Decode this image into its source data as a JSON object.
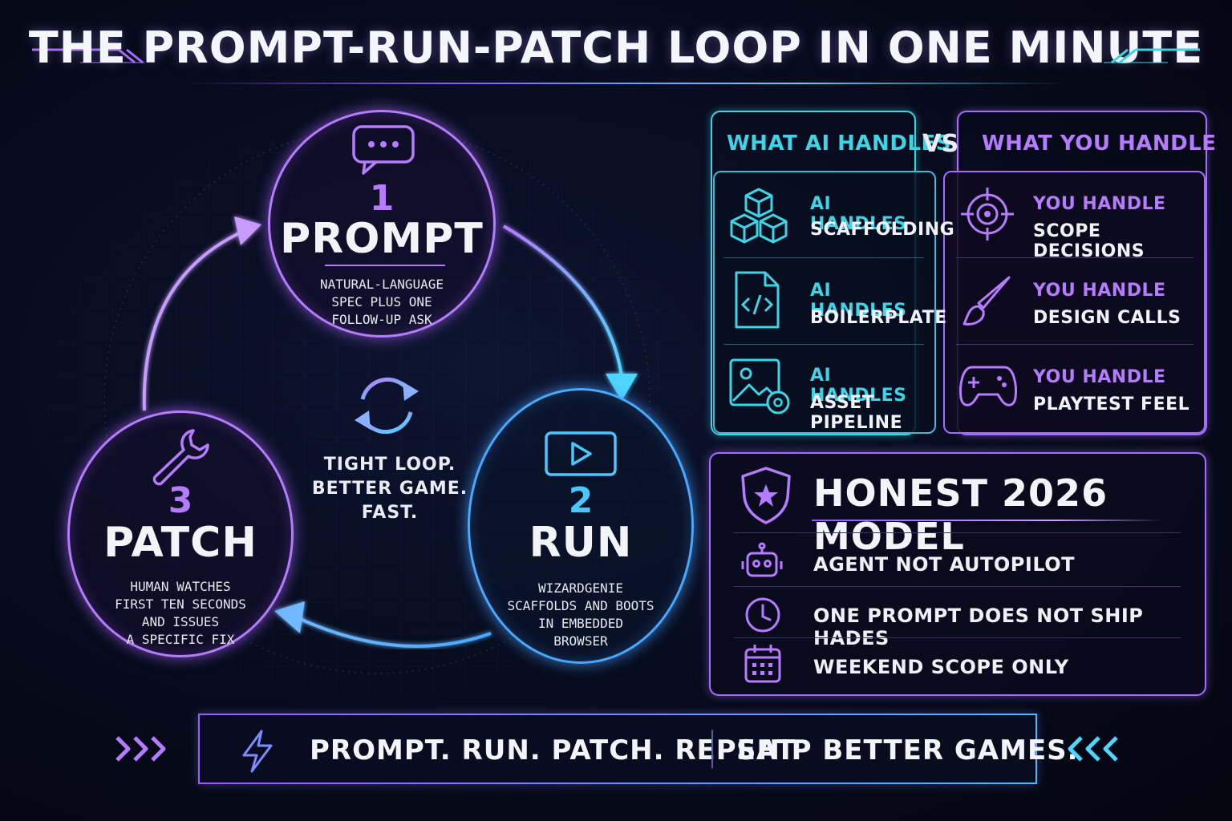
{
  "title": "THE PROMPT-RUN-PATCH LOOP IN ONE MINUTE",
  "colors": {
    "purple": "#b67cff",
    "blue": "#49a8ff",
    "cyan": "#3fd3e6",
    "background": "#070b1c"
  },
  "cycle": {
    "nodes": [
      {
        "number": "1",
        "name": "PROMPT",
        "icon": "chat-bubble-icon",
        "description": [
          "NATURAL-LANGUAGE",
          "SPEC PLUS ONE",
          "FOLLOW-UP ASK"
        ]
      },
      {
        "number": "2",
        "name": "RUN",
        "icon": "play-icon",
        "description": [
          "WIZARDGENIE",
          "SCAFFOLDS AND BOOTS",
          "IN EMBEDDED",
          "BROWSER"
        ]
      },
      {
        "number": "3",
        "name": "PATCH",
        "icon": "wrench-icon",
        "description": [
          "HUMAN WATCHES",
          "FIRST TEN SECONDS",
          "AND ISSUES",
          "A SPECIFIC FIX"
        ]
      }
    ],
    "center": {
      "icon": "refresh-icon",
      "lines": [
        "TIGHT LOOP.",
        "BETTER GAME.",
        "FAST."
      ]
    }
  },
  "comparison": {
    "left_header": "WHAT AI HANDLES",
    "vs": "VS",
    "right_header": "WHAT YOU HANDLE",
    "ai_items": [
      {
        "prefix": "AI HANDLES",
        "label": "SCAFFOLDING",
        "icon": "cubes-icon"
      },
      {
        "prefix": "AI HANDLES",
        "label": "BOILERPLATE",
        "icon": "code-file-icon"
      },
      {
        "prefix": "AI HANDLES",
        "label": "ASSET PIPELINE",
        "icon": "image-gear-icon"
      }
    ],
    "you_items": [
      {
        "prefix": "YOU HANDLE",
        "label": "SCOPE DECISIONS",
        "icon": "target-icon"
      },
      {
        "prefix": "YOU HANDLE",
        "label": "DESIGN CALLS",
        "icon": "brush-icon"
      },
      {
        "prefix": "YOU HANDLE",
        "label": "PLAYTEST FEEL",
        "icon": "gamepad-icon"
      }
    ]
  },
  "model": {
    "title": "HONEST 2026 MODEL",
    "icon": "shield-star-icon",
    "items": [
      {
        "text": "AGENT NOT AUTOPILOT",
        "icon": "robot-icon"
      },
      {
        "text": "ONE PROMPT DOES NOT SHIP HADES",
        "icon": "clock-icon"
      },
      {
        "text": "WEEKEND SCOPE ONLY",
        "icon": "calendar-icon"
      }
    ]
  },
  "footer": {
    "left": "PROMPT. RUN. PATCH. REPEAT.",
    "right": "SHIP BETTER GAMES.",
    "icon": "lightning-icon"
  }
}
